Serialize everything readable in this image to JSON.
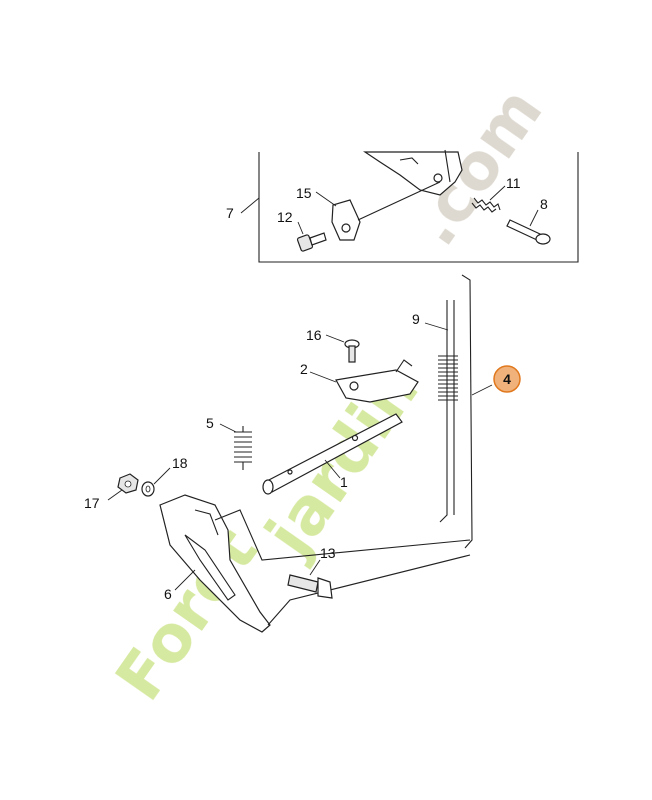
{
  "callouts": {
    "p1": "1",
    "p2": "2",
    "p4": "4",
    "p5": "5",
    "p6": "6",
    "p7": "7",
    "p8": "8",
    "p9": "9",
    "p11": "11",
    "p12": "12",
    "p13": "13",
    "p15": "15",
    "p16": "16",
    "p17": "17",
    "p18": "18"
  },
  "highlight": {
    "color": "#f0b27a",
    "stroke": "#e0781e"
  },
  "watermark": {
    "text_a": "Foret",
    "text_b": "jardin",
    "text_c": ".com",
    "color_green": "#cfe58f",
    "color_orange": "#f7c08a",
    "color_grey": "#d8d2c8"
  }
}
